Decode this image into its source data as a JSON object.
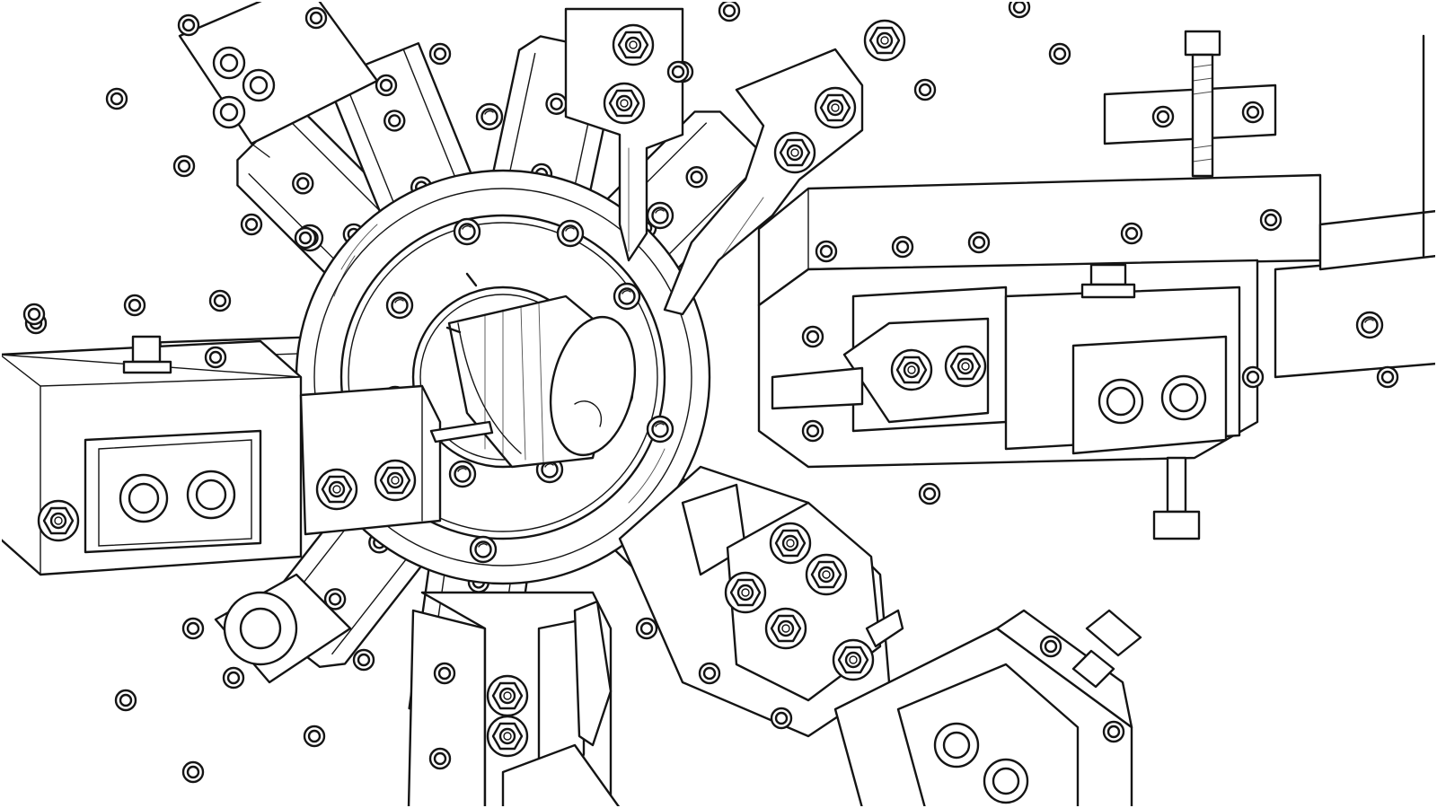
{
  "drawing": {
    "style": "line-art",
    "ink_color": "#141414",
    "paper_color": "#ffffff",
    "parts": {
      "chuck": {
        "name": "chuck-hub",
        "bolt_count": 10
      },
      "workpiece": {
        "name": "cylindrical-workpiece"
      },
      "tool_arms": {
        "count": 8
      },
      "tool_blocks": {
        "count": 4
      }
    }
  }
}
